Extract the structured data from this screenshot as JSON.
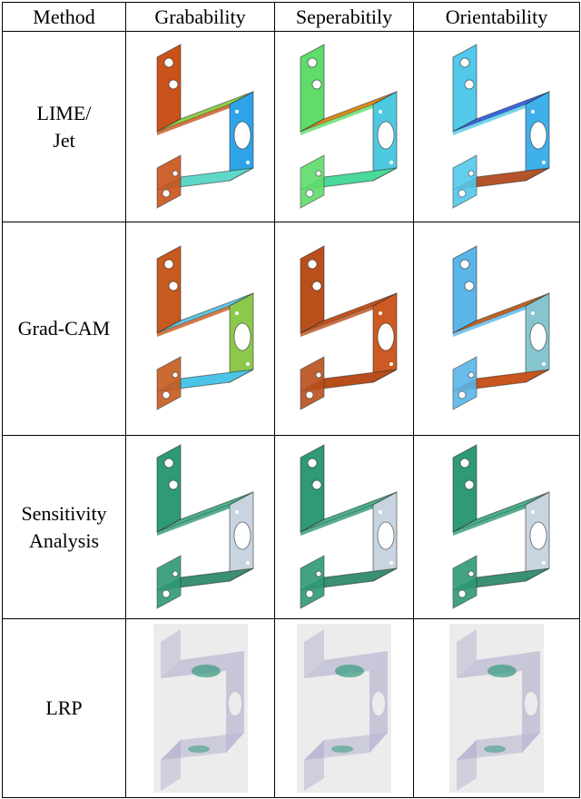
{
  "header": {
    "method": "Method",
    "grabability": "Grabability",
    "seperability": "Seperabitily",
    "orientability": "Orientability"
  },
  "rows": [
    {
      "method": "LIME/\nJet"
    },
    {
      "method": "Grad-CAM"
    },
    {
      "method": "Sensitivity\nAnalysis"
    },
    {
      "method": "LRP"
    }
  ],
  "colors": {
    "lime_grab": [
      "#c9531a",
      "#8fd24a",
      "#2fa3e8",
      "#5ed7c8"
    ],
    "lime_sep": [
      "#5fdc6a",
      "#e08a1a",
      "#4ec9e0",
      "#49d99a"
    ],
    "lime_orient": [
      "#52c8ea",
      "#3a66e0",
      "#3fb0ea",
      "#b5542a"
    ],
    "gradcam_grab": [
      "#c75a1e",
      "#61c7e6",
      "#8cc84b",
      "#4cc4e6"
    ],
    "gradcam_sep": [
      "#b9501c",
      "#c4541e",
      "#cc5a22",
      "#b74e1a"
    ],
    "gradcam_orient": [
      "#5ab5e8",
      "#c8641e",
      "#86c4d0",
      "#c9561e"
    ],
    "sens": [
      "#2f9a74",
      "#4bb08c",
      "#c8d4df",
      "#3b8f73"
    ],
    "lrp_bg": "#ececec",
    "lrp_fg": [
      "#b9b7d2",
      "#3f9e84",
      "#9b98c0"
    ]
  }
}
